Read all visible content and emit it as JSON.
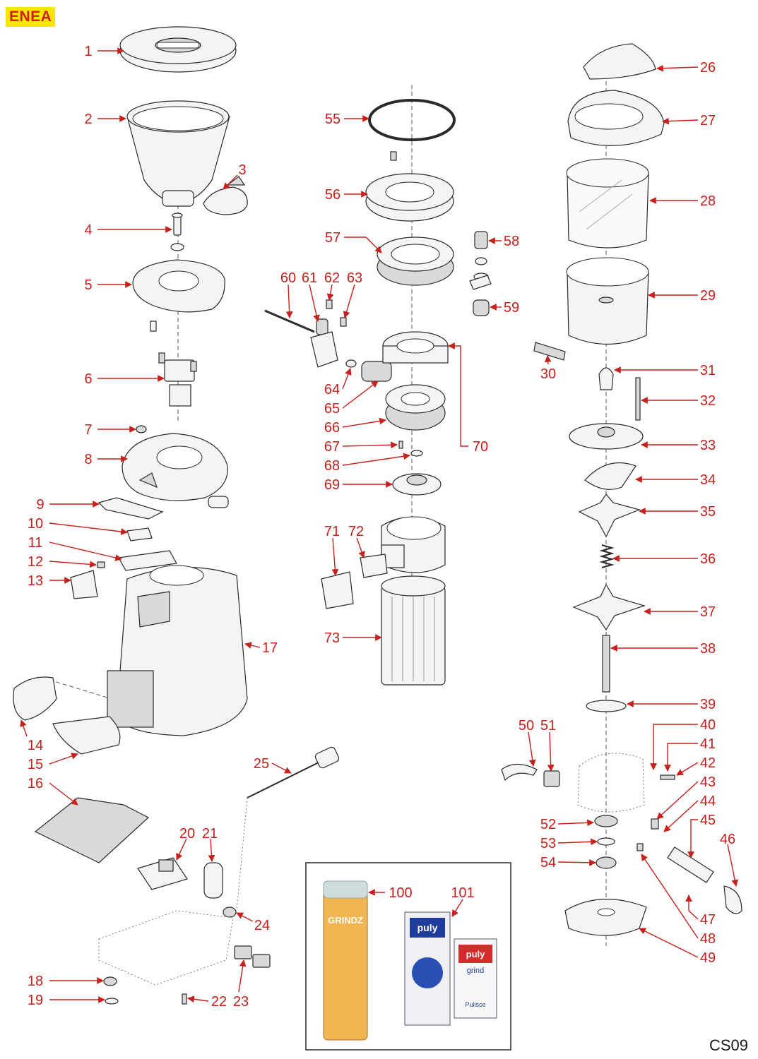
{
  "brand": "ENEA",
  "page_code": "CS09",
  "callouts": [
    "1",
    "2",
    "3",
    "4",
    "5",
    "6",
    "7",
    "8",
    "9",
    "10",
    "11",
    "12",
    "13",
    "14",
    "15",
    "16",
    "17",
    "18",
    "19",
    "20",
    "21",
    "22",
    "23",
    "24",
    "25",
    "26",
    "27",
    "28",
    "29",
    "30",
    "31",
    "32",
    "33",
    "34",
    "35",
    "36",
    "37",
    "38",
    "39",
    "40",
    "41",
    "42",
    "43",
    "44",
    "45",
    "46",
    "47",
    "48",
    "49",
    "50",
    "51",
    "52",
    "53",
    "54",
    "55",
    "56",
    "57",
    "58",
    "59",
    "60",
    "61",
    "62",
    "63",
    "64",
    "65",
    "66",
    "67",
    "68",
    "69",
    "70",
    "71",
    "72",
    "73",
    "100",
    "101"
  ],
  "products": {
    "grindz": "GRINDZ",
    "puly_top": "puly",
    "puly_bottom": "grind",
    "puly_sub": "Pulisce"
  }
}
